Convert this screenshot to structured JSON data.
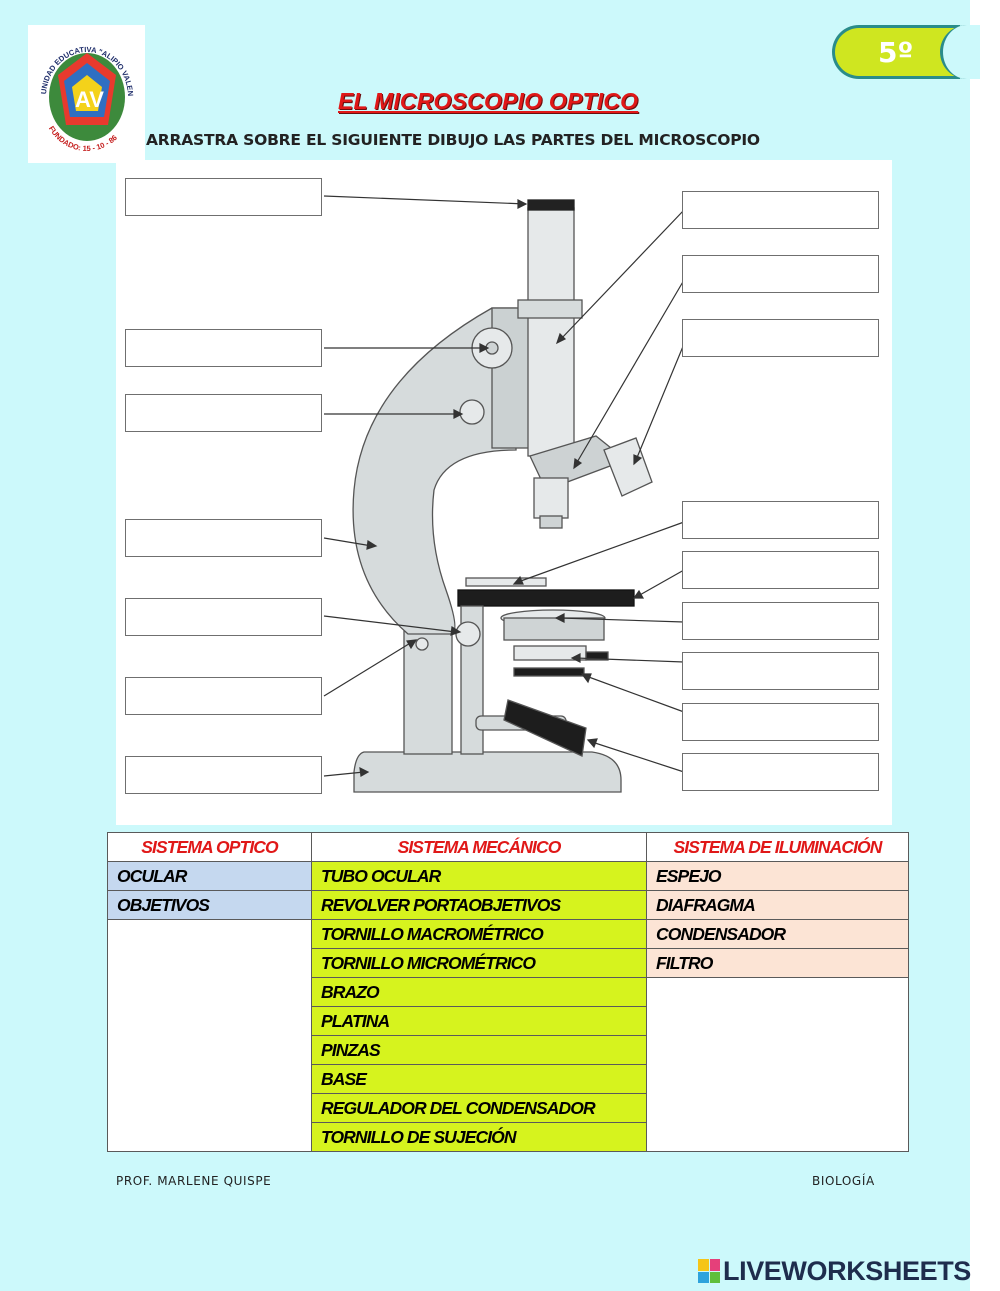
{
  "page": {
    "grade_badge": "5º",
    "title": "EL MICROSCOPIO OPTICO",
    "instruction": "ARRASTRA  SOBRE EL SIGUIENTE DIBUJO LAS PARTES DEL MICROSCOPIO",
    "logo": {
      "ring_text": "UNIDAD EDUCATIVA \"ALIPIO VALENCIA VEGA\"",
      "founded_text": "FUNDADO: 15 - 10 - 86"
    }
  },
  "figure": {
    "drop_zones": [
      "",
      "",
      "",
      "",
      "",
      "",
      "",
      "",
      "",
      "",
      "",
      "",
      "",
      "",
      "",
      ""
    ]
  },
  "table": {
    "headers": [
      "SISTEMA OPTICO",
      "SISTEMA MECÁNICO",
      "SISTEMA DE ILUMINACIÓN"
    ],
    "optico": [
      "OCULAR",
      "OBJETIVOS"
    ],
    "mecanico": [
      "TUBO OCULAR",
      "REVOLVER PORTAOBJETIVOS",
      "TORNILLO MACROMÉTRICO",
      "TORNILLO MICROMÉTRICO",
      "BRAZO",
      "PLATINA",
      "PINZAS",
      "BASE",
      "REGULADOR DEL CONDENSADOR",
      "TORNILLO DE SUJECIÓN"
    ],
    "iluminacion": [
      "ESPEJO",
      "DIAFRAGMA",
      "CONDENSADOR",
      "FILTRO"
    ]
  },
  "footer": {
    "teacher": "PROF. MARLENE QUISPE",
    "subject": "BIOLOGÍA"
  },
  "brand": {
    "name": "LIVEWORKSHEETS",
    "colors": [
      "#f5c518",
      "#e5407a",
      "#2ea3dc",
      "#5fbf3b"
    ]
  },
  "colors": {
    "background": "#ccf9fb",
    "title_red": "#e01818",
    "optico_cells": "#c5d8ef",
    "mecanico_cells": "#d6f31e",
    "iluminacion_cells": "#fce4d5",
    "badge": "#cfe620"
  }
}
